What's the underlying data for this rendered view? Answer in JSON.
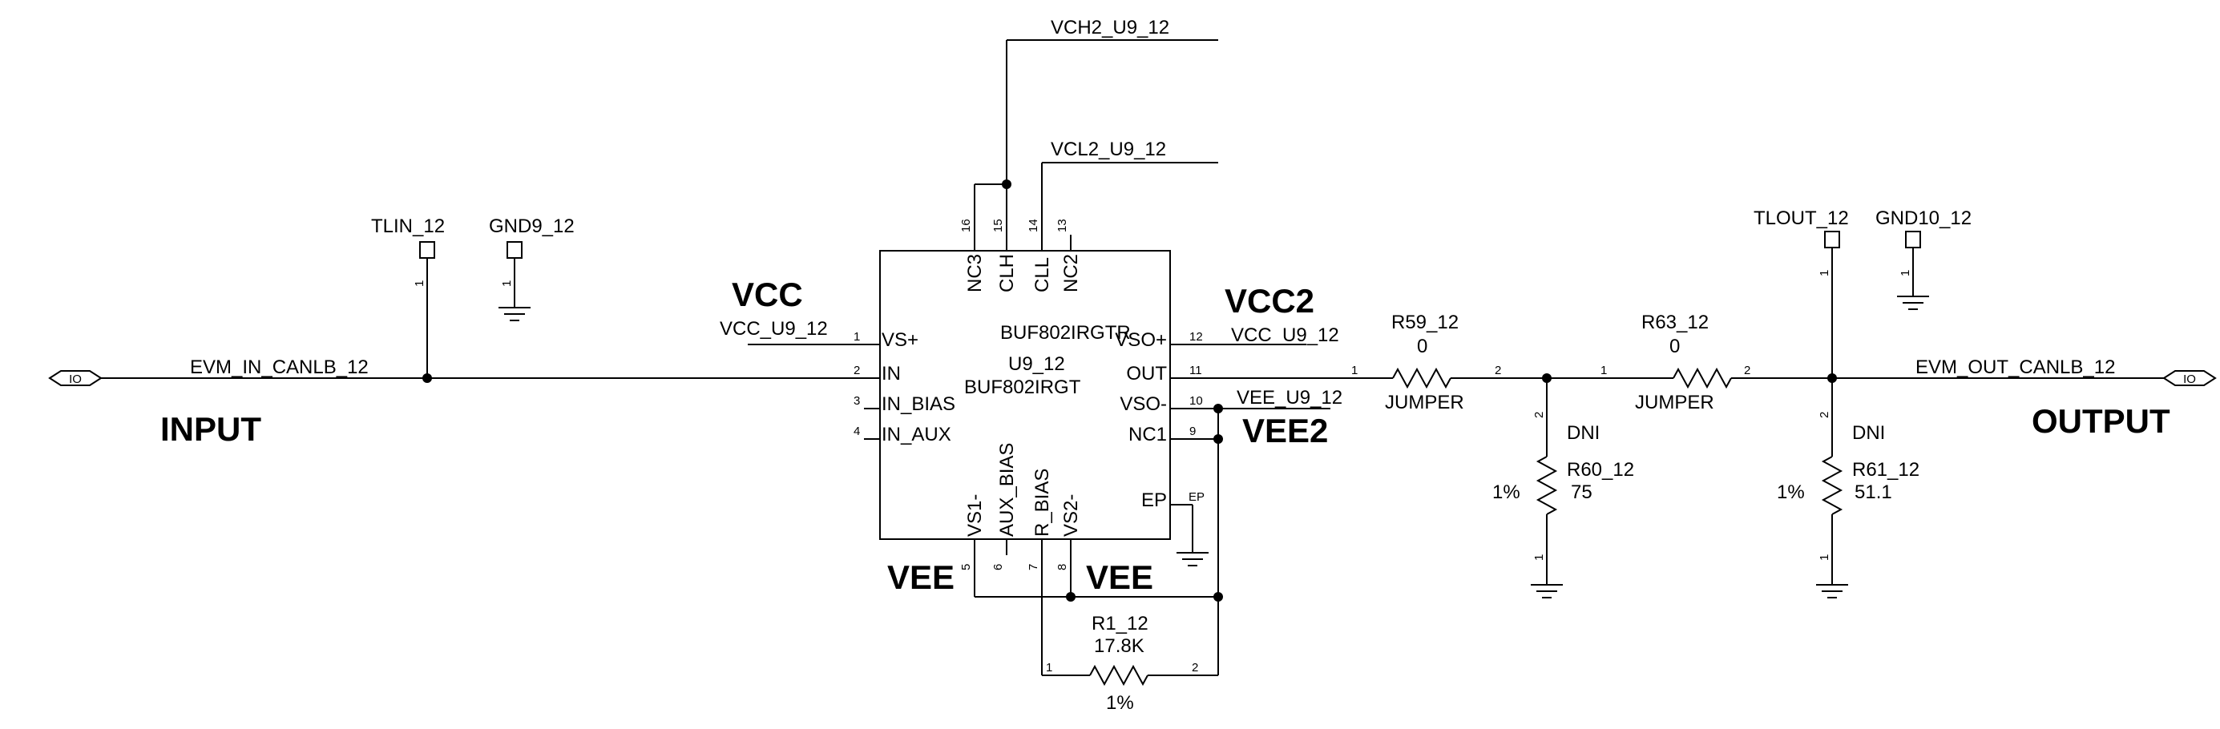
{
  "left_port": {
    "text": "IO",
    "net": "EVM_IN_CANLB_12",
    "label": "INPUT"
  },
  "right_port": {
    "text": "IO",
    "net": "EVM_OUT_CANLB_12",
    "label": "OUTPUT"
  },
  "test_points": {
    "tlin": {
      "ref": "TLIN_12",
      "pin": "1"
    },
    "gnd9": {
      "ref": "GND9_12",
      "pin": "1"
    },
    "tlout": {
      "ref": "TLOUT_12",
      "pin": "1"
    },
    "gnd10": {
      "ref": "GND10_12",
      "pin": "1"
    }
  },
  "ic": {
    "part_number": "BUF802IRGTR",
    "ref": "U9_12",
    "variant": "BUF802IRGT",
    "left_pins": [
      {
        "name": "VS+",
        "num": "1"
      },
      {
        "name": "IN",
        "num": "2"
      },
      {
        "name": "IN_BIAS",
        "num": "3"
      },
      {
        "name": "IN_AUX",
        "num": "4"
      }
    ],
    "right_pins": [
      {
        "name": "VSO+",
        "num": "12"
      },
      {
        "name": "OUT",
        "num": "11"
      },
      {
        "name": "VSO-",
        "num": "10"
      },
      {
        "name": "NC1",
        "num": "9"
      },
      {
        "name": "EP",
        "num": "EP"
      }
    ],
    "top_pins": [
      {
        "name": "NC3",
        "num": "16"
      },
      {
        "name": "CLH",
        "num": "15"
      },
      {
        "name": "CLL",
        "num": "14"
      },
      {
        "name": "NC2",
        "num": "13"
      }
    ],
    "bottom_pins": [
      {
        "name": "VS1-",
        "num": "5"
      },
      {
        "name": "AUX_BIAS",
        "num": "6"
      },
      {
        "name": "R_BIAS",
        "num": "7"
      },
      {
        "name": "VS2-",
        "num": "8"
      }
    ]
  },
  "nets": {
    "vch2": "VCH2_U9_12",
    "vcl2": "VCL2_U9_12",
    "vcc_in": "VCC_U9_12",
    "vcc_out": "VCC_U9_12",
    "vee_out": "VEE_U9_12"
  },
  "rails": {
    "vcc": "VCC",
    "vcc2": "VCC2",
    "vee2": "VEE2",
    "vee_left": "VEE",
    "vee_right": "VEE"
  },
  "resistors": {
    "r59": {
      "ref": "R59_12",
      "value": "0",
      "note": "JUMPER",
      "pin1": "1",
      "pin2": "2"
    },
    "r63": {
      "ref": "R63_12",
      "value": "0",
      "note": "JUMPER",
      "pin1": "1",
      "pin2": "2"
    },
    "r60": {
      "ref": "R60_12",
      "value": "75",
      "note": "DNI",
      "tol": "1%",
      "pin_top": "2",
      "pin_bottom": "1"
    },
    "r61": {
      "ref": "R61_12",
      "value": "51.1",
      "note": "DNI",
      "tol": "1%",
      "pin_top": "2",
      "pin_bottom": "1"
    },
    "r1": {
      "ref": "R1_12",
      "value": "17.8K",
      "tol": "1%",
      "pin1": "1",
      "pin2": "2"
    }
  }
}
